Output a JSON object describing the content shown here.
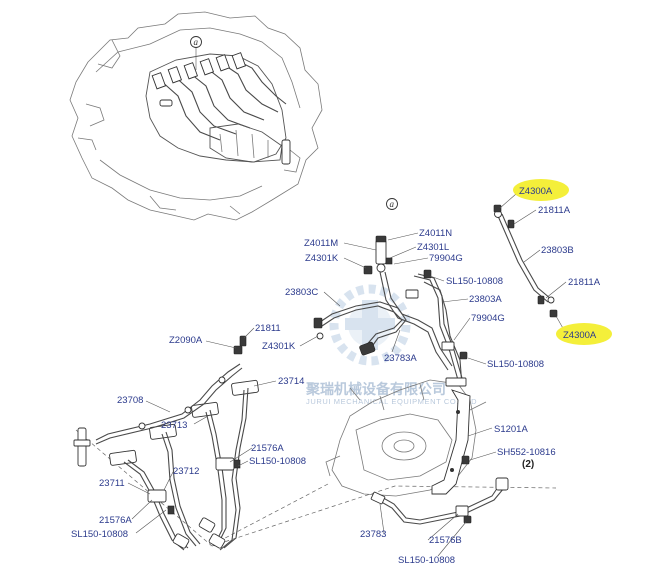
{
  "reference_mark": "a",
  "group_number": "(2)",
  "watermark": {
    "chinese": "聚瑞机械设备有限公司",
    "english": "JURUI MECHANICAL EQUIPMENT CO.,LTD"
  },
  "highlight_color": "#f4ef3a",
  "label_color": "#2b3a8c",
  "callouts": {
    "z4300a_top": "Z4300A",
    "r21811a_top": "21811A",
    "p23803b": "23803B",
    "r21811a_mid": "21811A",
    "z4300a_bottom": "Z4300A",
    "z4011n": "Z4011N",
    "z4011m": "Z4011M",
    "z4301l": "Z4301L",
    "z4301k_top": "Z4301K",
    "g79904_top": "79904G",
    "sl150_10808_a": "SL150-10808",
    "p23803c": "23803C",
    "p23803a": "23803A",
    "g79904_mid": "79904G",
    "z4301k_mid": "Z4301K",
    "p23783a": "23783A",
    "sl150_10808_b": "SL150-10808",
    "z2090a": "Z2090A",
    "r21811": "21811",
    "p23714": "23714",
    "p23708": "23708",
    "p23713": "23713",
    "p21576a_r": "21576A",
    "sl150_10808_c": "SL150-10808",
    "p23712": "23712",
    "p23711": "23711",
    "p21576a_l": "21576A",
    "sl150_10808_d": "SL150-10808",
    "s1201a": "S1201A",
    "sh552_10816": "SH552-10816",
    "p23783": "23783",
    "p21576b": "21576B",
    "sl150_10808_e": "SL150-10808"
  }
}
